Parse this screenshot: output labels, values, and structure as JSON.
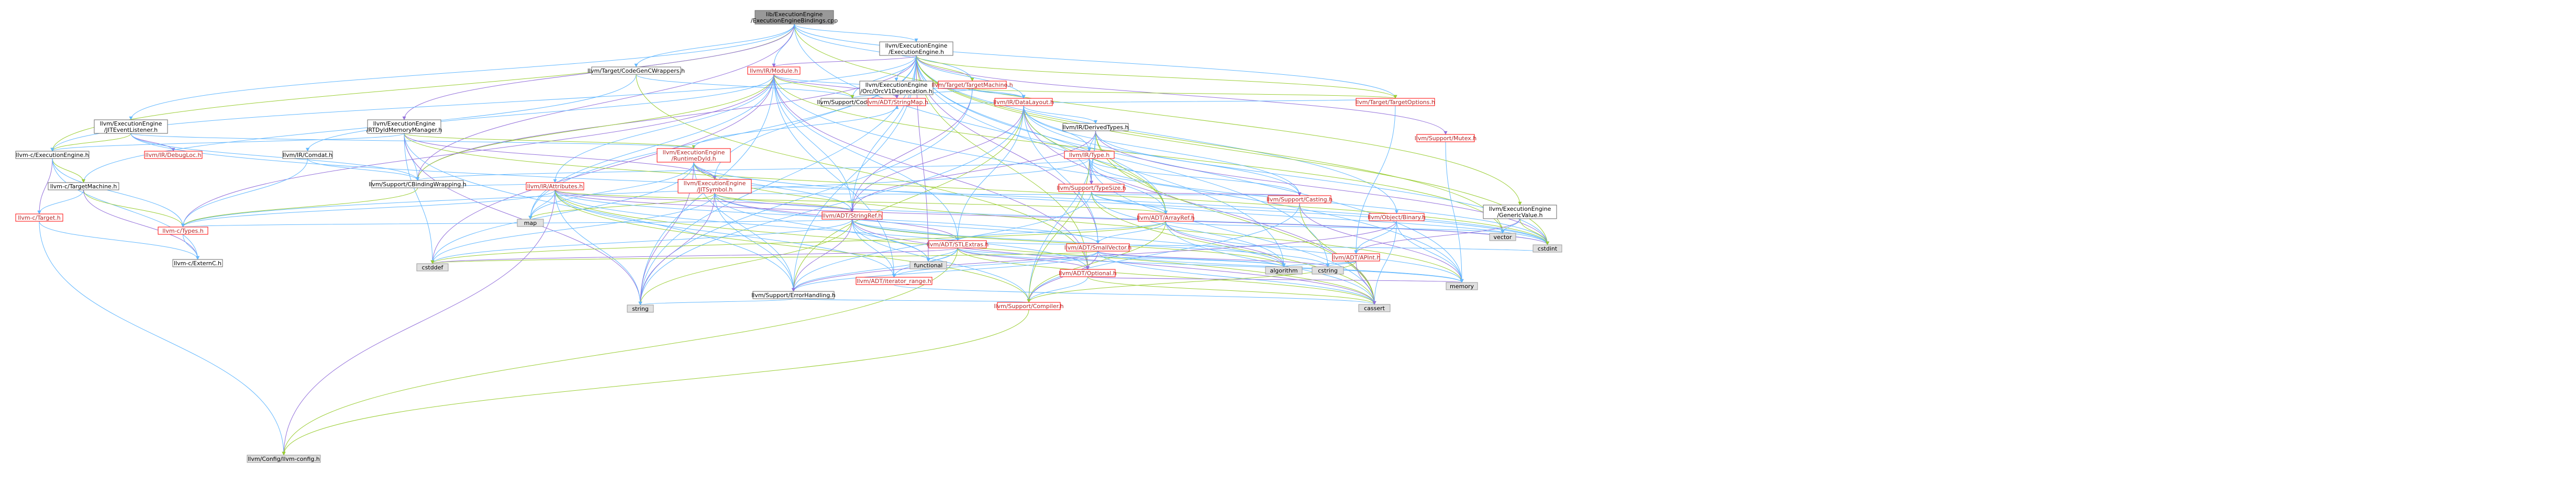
{
  "colors": {
    "root_fill": "#999999",
    "normal_fill": "#ffffff",
    "normal_border": "#666666",
    "missing_fill": "#e0e0e0",
    "missing_border": "#999999",
    "red_border": "#ff0000",
    "red_text": "#b22222",
    "edge_blue": "#63b8ff",
    "edge_green": "#9acd32",
    "edge_purple": "#9370db"
  },
  "nodes": [
    {
      "id": "root",
      "lines": [
        "lib/ExecutionEngine",
        "/ExecutionEngineBindings.cpp"
      ],
      "style": "root"
    },
    {
      "id": "ee_h",
      "lines": [
        "llvm/ExecutionEngine",
        "/ExecutionEngine.h"
      ],
      "style": "normal"
    },
    {
      "id": "orc_dep",
      "lines": [
        "llvm/ExecutionEngine",
        "/Orc/OrcV1Deprecation.h"
      ],
      "style": "normal"
    },
    {
      "id": "target_machine",
      "lines": [
        "llvm/Target/TargetMachine.h"
      ],
      "style": "red"
    },
    {
      "id": "codegen_cwrap",
      "lines": [
        "llvm/Target/CodeGenCWrappers.h"
      ],
      "style": "normal"
    },
    {
      "id": "ir_module",
      "lines": [
        "llvm/IR/Module.h"
      ],
      "style": "red"
    },
    {
      "id": "support_codegen",
      "lines": [
        "llvm/Support/CodeGen.h"
      ],
      "style": "normal"
    },
    {
      "id": "adt_stringmap",
      "lines": [
        "llvm/ADT/StringMap.h"
      ],
      "style": "red"
    },
    {
      "id": "ir_datalayout",
      "lines": [
        "llvm/IR/DataLayout.h"
      ],
      "style": "red"
    },
    {
      "id": "target_options",
      "lines": [
        "llvm/Target/TargetOptions.h"
      ],
      "style": "red"
    },
    {
      "id": "support_mutex",
      "lines": [
        "llvm/Support/Mutex.h"
      ],
      "style": "red"
    },
    {
      "id": "ee_jitlistener",
      "lines": [
        "llvm/ExecutionEngine",
        "/JITEventListener.h"
      ],
      "style": "normal"
    },
    {
      "id": "c_ee",
      "lines": [
        "llvm-c/ExecutionEngine.h"
      ],
      "style": "normal"
    },
    {
      "id": "ir_debugloc",
      "lines": [
        "llvm/IR/DebugLoc.h"
      ],
      "style": "red"
    },
    {
      "id": "c_targetmachine",
      "lines": [
        "llvm-c/TargetMachine.h"
      ],
      "style": "normal"
    },
    {
      "id": "c_target",
      "lines": [
        "llvm-c/Target.h"
      ],
      "style": "red"
    },
    {
      "id": "c_types",
      "lines": [
        "llvm-c/Types.h"
      ],
      "style": "red"
    },
    {
      "id": "c_externc",
      "lines": [
        "llvm-c/ExternC.h"
      ],
      "style": "normal"
    },
    {
      "id": "config",
      "lines": [
        "llvm/Config/llvm-config.h"
      ],
      "style": "missing"
    },
    {
      "id": "ee_rtdyld",
      "lines": [
        "llvm/ExecutionEngine",
        "/RTDyldMemoryManager.h"
      ],
      "style": "normal"
    },
    {
      "id": "ir_comdat",
      "lines": [
        "llvm/IR/Comdat.h"
      ],
      "style": "normal"
    },
    {
      "id": "support_cbinding",
      "lines": [
        "llvm/Support/CBindingWrapping.h"
      ],
      "style": "normal"
    },
    {
      "id": "ee_runtimedyld",
      "lines": [
        "llvm/ExecutionEngine",
        "/RuntimeDyld.h"
      ],
      "style": "red"
    },
    {
      "id": "ee_jitsymbol",
      "lines": [
        "llvm/ExecutionEngine",
        "/JITSymbol.h"
      ],
      "style": "red"
    },
    {
      "id": "ir_attributes",
      "lines": [
        "llvm/IR/Attributes.h"
      ],
      "style": "red"
    },
    {
      "id": "ir_derivedtypes",
      "lines": [
        "llvm/IR/DerivedTypes.h"
      ],
      "style": "normal"
    },
    {
      "id": "ir_type",
      "lines": [
        "llvm/IR/Type.h"
      ],
      "style": "red"
    },
    {
      "id": "support_typesize",
      "lines": [
        "llvm/Support/TypeSize.h"
      ],
      "style": "red"
    },
    {
      "id": "support_casting",
      "lines": [
        "llvm/Support/Casting.h"
      ],
      "style": "red"
    },
    {
      "id": "adt_stringref",
      "lines": [
        "llvm/ADT/StringRef.h"
      ],
      "style": "red"
    },
    {
      "id": "adt_arrayref",
      "lines": [
        "llvm/ADT/ArrayRef.h"
      ],
      "style": "red"
    },
    {
      "id": "adt_stlextras",
      "lines": [
        "llvm/ADT/STLExtras.h"
      ],
      "style": "red"
    },
    {
      "id": "adt_smallvector",
      "lines": [
        "llvm/ADT/SmallVector.h"
      ],
      "style": "red"
    },
    {
      "id": "adt_optional",
      "lines": [
        "llvm/ADT/Optional.h"
      ],
      "style": "red"
    },
    {
      "id": "adt_iterator_range",
      "lines": [
        "llvm/ADT/iterator_range.h"
      ],
      "style": "red"
    },
    {
      "id": "support_errorhandling",
      "lines": [
        "llvm/Support/ErrorHandling.h"
      ],
      "style": "normal"
    },
    {
      "id": "support_compiler",
      "lines": [
        "llvm/Support/Compiler.h"
      ],
      "style": "red"
    },
    {
      "id": "object_binary",
      "lines": [
        "llvm/Object/Binary.h"
      ],
      "style": "red"
    },
    {
      "id": "adt_apint",
      "lines": [
        "llvm/ADT/APInt.h"
      ],
      "style": "red"
    },
    {
      "id": "ee_genericvalue",
      "lines": [
        "llvm/ExecutionEngine",
        "/GenericValue.h"
      ],
      "style": "normal"
    },
    {
      "id": "std_map",
      "lines": [
        "map"
      ],
      "style": "missing"
    },
    {
      "id": "std_cstddef",
      "lines": [
        "cstddef"
      ],
      "style": "missing"
    },
    {
      "id": "std_functional",
      "lines": [
        "functional"
      ],
      "style": "missing"
    },
    {
      "id": "std_algorithm",
      "lines": [
        "algorithm"
      ],
      "style": "missing"
    },
    {
      "id": "std_cstring",
      "lines": [
        "cstring"
      ],
      "style": "missing"
    },
    {
      "id": "std_memory",
      "lines": [
        "memory"
      ],
      "style": "missing"
    },
    {
      "id": "std_cassert",
      "lines": [
        "cassert"
      ],
      "style": "missing"
    },
    {
      "id": "std_string",
      "lines": [
        "string"
      ],
      "style": "missing"
    },
    {
      "id": "std_vector",
      "lines": [
        "vector"
      ],
      "style": "missing"
    },
    {
      "id": "std_cstdint",
      "lines": [
        "cstdint"
      ],
      "style": "missing"
    }
  ],
  "edges": [
    [
      "root",
      "ee_h"
    ],
    [
      "root",
      "ee_jitlistener"
    ],
    [
      "root",
      "c_ee"
    ],
    [
      "root",
      "ee_rtdyld"
    ],
    [
      "root",
      "codegen_cwrap"
    ],
    [
      "root",
      "ir_module"
    ],
    [
      "root",
      "target_options"
    ],
    [
      "root",
      "ee_genericvalue"
    ],
    [
      "root",
      "support_cbinding"
    ],
    [
      "root",
      "std_cstring"
    ],
    [
      "root",
      "target_machine"
    ],
    [
      "ee_h",
      "orc_dep"
    ],
    [
      "ee_h",
      "target_machine"
    ],
    [
      "ee_h",
      "ir_module"
    ],
    [
      "ee_h",
      "support_codegen"
    ],
    [
      "ee_h",
      "adt_stringmap"
    ],
    [
      "ee_h",
      "ir_datalayout"
    ],
    [
      "ee_h",
      "target_options"
    ],
    [
      "ee_h",
      "support_mutex"
    ],
    [
      "ee_h",
      "c_ee"
    ],
    [
      "ee_h",
      "object_binary"
    ],
    [
      "ee_h",
      "adt_arrayref"
    ],
    [
      "ee_h",
      "adt_optional"
    ],
    [
      "ee_h",
      "adt_smallvector"
    ],
    [
      "ee_h",
      "adt_stringref"
    ],
    [
      "ee_h",
      "support_errorhandling"
    ],
    [
      "ee_h",
      "std_algorithm"
    ],
    [
      "ee_h",
      "std_cstdint"
    ],
    [
      "ee_h",
      "std_functional"
    ],
    [
      "ee_h",
      "std_map"
    ],
    [
      "ee_h",
      "std_memory"
    ],
    [
      "ee_h",
      "std_string"
    ],
    [
      "ee_h",
      "std_vector"
    ],
    [
      "ee_h",
      "support_cbinding"
    ],
    [
      "ee_h",
      "ee_jitsymbol"
    ],
    [
      "target_machine",
      "support_codegen"
    ],
    [
      "target_machine",
      "ir_datalayout"
    ],
    [
      "target_machine",
      "target_options"
    ],
    [
      "target_machine",
      "adt_stringref"
    ],
    [
      "target_machine",
      "std_string"
    ],
    [
      "codegen_cwrap",
      "support_codegen"
    ],
    [
      "codegen_cwrap",
      "c_targetmachine"
    ],
    [
      "codegen_cwrap",
      "adt_optional"
    ],
    [
      "ir_module",
      "adt_stringmap"
    ],
    [
      "ir_module",
      "ir_datalayout"
    ],
    [
      "ir_module",
      "ir_attributes"
    ],
    [
      "ir_module",
      "ir_comdat"
    ],
    [
      "ir_module",
      "support_cbinding"
    ],
    [
      "ir_module",
      "c_types"
    ],
    [
      "ir_module",
      "adt_stringref"
    ],
    [
      "ir_module",
      "adt_stlextras"
    ],
    [
      "ir_module",
      "adt_iterator_range"
    ],
    [
      "ir_module",
      "support_codegen"
    ],
    [
      "ir_module",
      "std_cstddef"
    ],
    [
      "ir_module",
      "std_map"
    ],
    [
      "ir_module",
      "std_memory"
    ],
    [
      "ir_module",
      "std_string"
    ],
    [
      "ir_module",
      "std_vector"
    ],
    [
      "ir_module",
      "adt_optional"
    ],
    [
      "ir_datalayout",
      "ir_derivedtypes"
    ],
    [
      "ir_datalayout",
      "ir_type"
    ],
    [
      "ir_datalayout",
      "support_typesize"
    ],
    [
      "ir_datalayout",
      "adt_arrayref"
    ],
    [
      "ir_datalayout",
      "adt_stringref"
    ],
    [
      "ir_datalayout",
      "adt_smallvector"
    ],
    [
      "ir_datalayout",
      "adt_stlextras"
    ],
    [
      "ir_datalayout",
      "support_casting"
    ],
    [
      "ir_datalayout",
      "support_errorhandling"
    ],
    [
      "ir_datalayout",
      "std_cassert"
    ],
    [
      "ir_datalayout",
      "std_string"
    ],
    [
      "ir_datalayout",
      "std_cstdint"
    ],
    [
      "ir_derivedtypes",
      "ir_type"
    ],
    [
      "ir_derivedtypes",
      "adt_arrayref"
    ],
    [
      "ir_derivedtypes",
      "adt_stringref"
    ],
    [
      "ir_derivedtypes",
      "support_casting"
    ],
    [
      "ir_derivedtypes",
      "support_typesize"
    ],
    [
      "ir_derivedtypes",
      "support_compiler"
    ],
    [
      "ir_derivedtypes",
      "std_cassert"
    ],
    [
      "ir_derivedtypes",
      "std_cstdint"
    ],
    [
      "ir_type",
      "adt_arrayref"
    ],
    [
      "ir_type",
      "support_cbinding"
    ],
    [
      "ir_type",
      "support_casting"
    ],
    [
      "ir_type",
      "support_compiler"
    ],
    [
      "ir_type",
      "support_typesize"
    ],
    [
      "ir_type",
      "std_cassert"
    ],
    [
      "ir_type",
      "std_cstdint"
    ],
    [
      "ir_type",
      "c_types"
    ],
    [
      "ee_jitlistener",
      "c_ee"
    ],
    [
      "ee_jitlistener",
      "ir_debugloc"
    ],
    [
      "ee_jitlistener",
      "support_cbinding"
    ],
    [
      "ee_jitlistener",
      "ee_runtimedyld"
    ],
    [
      "ee_jitlistener",
      "std_cstdint"
    ],
    [
      "c_ee",
      "c_targetmachine"
    ],
    [
      "c_ee",
      "c_target"
    ],
    [
      "c_ee",
      "c_externc"
    ],
    [
      "c_ee",
      "c_types"
    ],
    [
      "c_targetmachine",
      "c_target"
    ],
    [
      "c_targetmachine",
      "c_types"
    ],
    [
      "c_targetmachine",
      "c_externc"
    ],
    [
      "c_target",
      "c_externc"
    ],
    [
      "c_target",
      "config"
    ],
    [
      "c_types",
      "c_externc"
    ],
    [
      "ee_rtdyld",
      "ee_runtimedyld"
    ],
    [
      "ee_rtdyld",
      "ee_jitsymbol"
    ],
    [
      "ee_rtdyld",
      "support_cbinding"
    ],
    [
      "ee_rtdyld",
      "c_ee"
    ],
    [
      "ee_rtdyld",
      "std_cstddef"
    ],
    [
      "ee_rtdyld",
      "std_cstdint"
    ],
    [
      "ee_rtdyld",
      "std_string"
    ],
    [
      "ee_rtdyld",
      "support_errorhandling"
    ],
    [
      "ir_comdat",
      "support_cbinding"
    ],
    [
      "ir_comdat",
      "c_types"
    ],
    [
      "support_cbinding",
      "c_types"
    ],
    [
      "ee_runtimedyld",
      "ee_jitsymbol"
    ],
    [
      "ee_runtimedyld",
      "adt_stringref"
    ],
    [
      "ee_runtimedyld",
      "adt_stringmap"
    ],
    [
      "ee_runtimedyld",
      "std_map"
    ],
    [
      "ee_runtimedyld",
      "std_memory"
    ],
    [
      "ee_runtimedyld",
      "std_string"
    ],
    [
      "ee_runtimedyld",
      "std_cstddef"
    ],
    [
      "ee_runtimedyld",
      "std_cstdint"
    ],
    [
      "ee_runtimedyld",
      "support_errorhandling"
    ],
    [
      "ee_jitsymbol",
      "adt_stringref"
    ],
    [
      "ee_jitsymbol",
      "adt_stlextras"
    ],
    [
      "ee_jitsymbol",
      "support_casting"
    ],
    [
      "ee_jitsymbol",
      "support_errorhandling"
    ],
    [
      "ee_jitsymbol",
      "std_functional"
    ],
    [
      "ee_jitsymbol",
      "std_map"
    ],
    [
      "ee_jitsymbol",
      "std_string"
    ],
    [
      "ee_jitsymbol",
      "std_cstddef"
    ],
    [
      "ee_jitsymbol",
      "std_cstdint"
    ],
    [
      "ee_jitsymbol",
      "std_algorithm"
    ],
    [
      "ir_attributes",
      "adt_arrayref"
    ],
    [
      "ir_attributes",
      "adt_stringref"
    ],
    [
      "ir_attributes",
      "adt_optional"
    ],
    [
      "ir_attributes",
      "adt_smallvector"
    ],
    [
      "ir_attributes",
      "adt_iterator_range"
    ],
    [
      "ir_attributes",
      "support_compiler"
    ],
    [
      "ir_attributes",
      "config"
    ],
    [
      "ir_attributes",
      "c_types"
    ],
    [
      "ir_attributes",
      "std_map"
    ],
    [
      "ir_attributes",
      "std_string"
    ],
    [
      "ir_attributes",
      "std_cassert"
    ],
    [
      "ir_attributes",
      "std_cstdint"
    ],
    [
      "ir_attributes",
      "support_cbinding"
    ],
    [
      "support_typesize",
      "support_errorhandling"
    ],
    [
      "support_typesize",
      "std_algorithm"
    ],
    [
      "support_typesize",
      "std_cassert"
    ],
    [
      "support_typesize",
      "support_casting"
    ],
    [
      "support_typesize",
      "std_cstdint"
    ],
    [
      "support_typesize",
      "adt_arrayref"
    ],
    [
      "support_casting",
      "support_compiler"
    ],
    [
      "support_casting",
      "std_cassert"
    ],
    [
      "support_casting",
      "std_memory"
    ],
    [
      "adt_stringref",
      "adt_stlextras"
    ],
    [
      "adt_stringref",
      "adt_iterator_range"
    ],
    [
      "adt_stringref",
      "support_compiler"
    ],
    [
      "adt_stringref",
      "std_algorithm"
    ],
    [
      "adt_stringref",
      "std_cassert"
    ],
    [
      "adt_stringref",
      "std_cstddef"
    ],
    [
      "adt_stringref",
      "std_cstring"
    ],
    [
      "adt_stringref",
      "std_functional"
    ],
    [
      "adt_stringref",
      "std_string"
    ],
    [
      "adt_stringref",
      "support_errorhandling"
    ],
    [
      "adt_stringref",
      "c_types"
    ],
    [
      "adt_arrayref",
      "adt_smallvector"
    ],
    [
      "adt_arrayref",
      "adt_stlextras"
    ],
    [
      "adt_arrayref",
      "support_compiler"
    ],
    [
      "adt_arrayref",
      "std_algorithm"
    ],
    [
      "adt_arrayref",
      "std_cassert"
    ],
    [
      "adt_arrayref",
      "std_memory"
    ],
    [
      "adt_arrayref",
      "std_vector"
    ],
    [
      "adt_arrayref",
      "std_cstddef"
    ],
    [
      "adt_stlextras",
      "adt_optional"
    ],
    [
      "adt_stlextras",
      "adt_iterator_range"
    ],
    [
      "adt_stlextras",
      "support_errorhandling"
    ],
    [
      "adt_stlextras",
      "std_algorithm"
    ],
    [
      "adt_stlextras",
      "std_cassert"
    ],
    [
      "adt_stlextras",
      "std_cstddef"
    ],
    [
      "adt_stlextras",
      "std_functional"
    ],
    [
      "adt_stlextras",
      "std_memory"
    ],
    [
      "adt_stlextras",
      "std_cstdint"
    ],
    [
      "adt_stlextras",
      "config"
    ],
    [
      "adt_smallvector",
      "support_compiler"
    ],
    [
      "adt_smallvector",
      "support_errorhandling"
    ],
    [
      "adt_smallvector",
      "std_algorithm"
    ],
    [
      "adt_smallvector",
      "std_cassert"
    ],
    [
      "adt_smallvector",
      "std_cstddef"
    ],
    [
      "adt_smallvector",
      "std_cstring"
    ],
    [
      "adt_smallvector",
      "std_memory"
    ],
    [
      "adt_smallvector",
      "adt_iterator_range"
    ],
    [
      "adt_optional",
      "support_compiler"
    ],
    [
      "adt_optional",
      "std_cassert"
    ],
    [
      "adt_optional",
      "std_memory"
    ],
    [
      "adt_iterator_range",
      "std_cassert"
    ],
    [
      "support_errorhandling",
      "support_compiler"
    ],
    [
      "support_errorhandling",
      "std_string"
    ],
    [
      "support_compiler",
      "config"
    ],
    [
      "object_binary",
      "support_errorhandling"
    ],
    [
      "object_binary",
      "std_memory"
    ],
    [
      "object_binary",
      "std_cassert"
    ],
    [
      "object_binary",
      "adt_apint"
    ],
    [
      "adt_apint",
      "support_compiler"
    ],
    [
      "adt_apint",
      "std_cassert"
    ],
    [
      "adt_apint",
      "std_cstring"
    ],
    [
      "adt_apint",
      "std_algorithm"
    ],
    [
      "ee_genericvalue",
      "std_vector"
    ],
    [
      "ee_genericvalue",
      "std_cstdint"
    ],
    [
      "ee_genericvalue",
      "adt_apint"
    ],
    [
      "support_mutex",
      "std_memory"
    ],
    [
      "target_options",
      "adt_apint"
    ],
    [
      "target_options",
      "support_codegen"
    ]
  ]
}
